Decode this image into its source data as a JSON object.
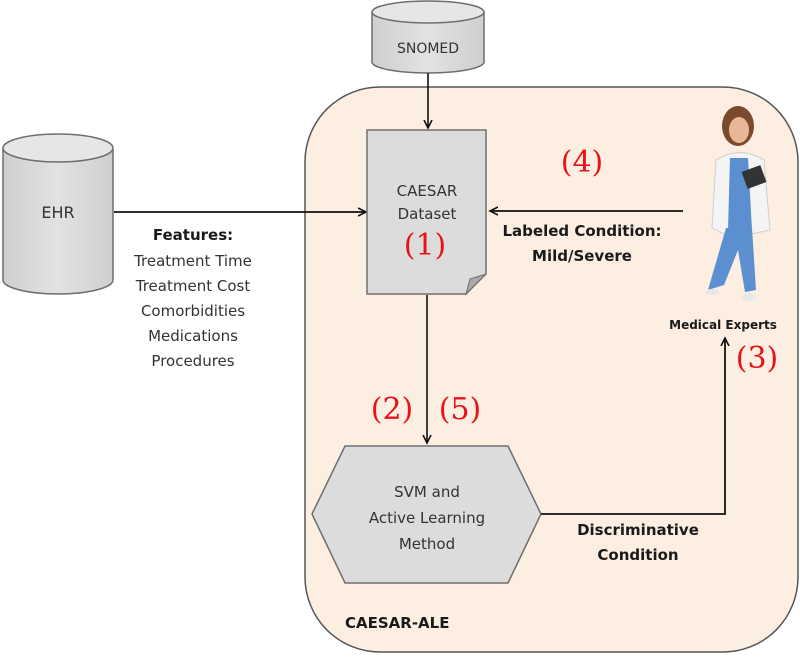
{
  "diagram": {
    "container": {
      "label": "CAESAR-ALE",
      "fill": "#fdeee2",
      "stroke": "#555555"
    },
    "snomed": {
      "label": "SNOMED"
    },
    "ehr": {
      "label": "EHR"
    },
    "features": {
      "title": "Features:",
      "items": [
        "Treatment Time",
        "Treatment Cost",
        "Comorbidities",
        "Medications",
        "Procedures"
      ]
    },
    "dataset": {
      "line1": "CAESAR",
      "line2": "Dataset",
      "step": "(1)"
    },
    "svm": {
      "line1": "SVM and",
      "line2": "Active Learning",
      "line3": "Method"
    },
    "labeled_condition": {
      "line1": "Labeled Condition:",
      "line2": "Mild/Severe"
    },
    "discriminative_condition": {
      "line1": "Discriminative",
      "line2": "Condition"
    },
    "experts": {
      "label": "Medical Experts"
    },
    "steps": {
      "s2": "(2)",
      "s3": "(3)",
      "s4": "(4)",
      "s5": "(5)"
    },
    "colors": {
      "shape_fill": "#dcdcdc",
      "shape_stroke": "#6e6e6e",
      "step_red": "#e8121a",
      "scrubs_blue": "#5b8fd0"
    }
  }
}
